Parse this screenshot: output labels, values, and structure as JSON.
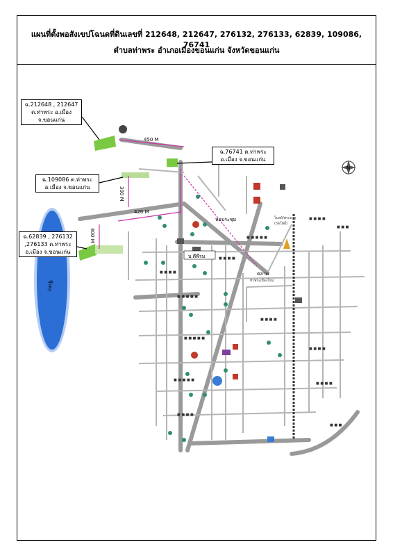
{
  "header": {
    "title": "แผนที่ตั้งพอสังเขปโฉนดที่ดินเลขที่ 212648, 212647, 276132, 276133, 62839, 109086, 76741",
    "subtitle": "ตำบลท่าพระ  อำเภอเมืองขอนแก่น  จังหวัดขอนแก่น"
  },
  "callouts": {
    "c1": [
      "ฉ.212648 , 212647",
      "ต.ท่าพระ อ.เมือง",
      "จ.ขอนแก่น"
    ],
    "c2": [
      "ฉ.109086 ต.ท่าพระ",
      "อ.เมือง จ.ขอนแก่น"
    ],
    "c3": [
      "ฉ.62839 , 276132",
      ",276133 ต.ท่าพระ",
      "อ.เมือง จ.ขอนแก่น"
    ],
    "c4": [
      "ฉ.76741 ต.ท่าพระ",
      "อ.เมือง จ.ขอนแก่น"
    ]
  },
  "distances": {
    "d450": "450 M",
    "d300": "300 M",
    "d420": "420 M",
    "d400": "400 M"
  },
  "labels": {
    "school": "บ.ดีพีรม",
    "lake": "บึงทุ่ง",
    "hall": "หอประชุม",
    "market": "ตลาด",
    "market2": "ท่าพระเมืองใหม่",
    "temple": "โบสถ์/พระธาตุ",
    "temple2": "(วัดโพธิ์)",
    "north": "N"
  },
  "colors": {
    "route": "#cc33aa",
    "parcel": "#7ac943",
    "lake": "#2b6fd6",
    "rail": "#333333"
  }
}
